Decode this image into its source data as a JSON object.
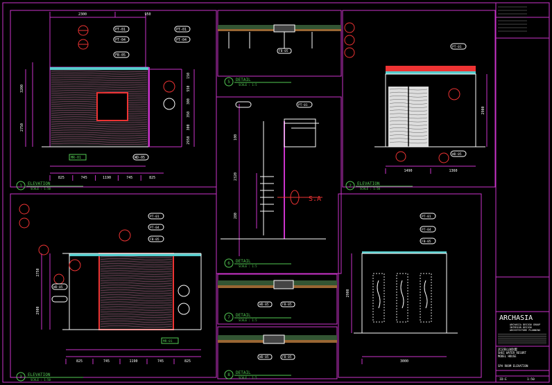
{
  "sheet_title": {
    "company": "ARCHASIA",
    "company_lines": [
      "ARCHASIA DESIGN GROUP",
      "INTERIOR DESIGN",
      "ARCHITECTURE PLANNING"
    ],
    "project": [
      "武汉翠山湖别墅",
      "SHUI WATER RESORT",
      "MODEL HOUSE"
    ],
    "drawing_title": "SPA ROOM ELEVATION",
    "sheet_no": "ID-E",
    "scale": "1:50"
  },
  "views": [
    {
      "num": "1",
      "title": "ELEVATION",
      "scale": "SCALE : 1:50"
    },
    {
      "num": "2",
      "title": "ELEVATION",
      "scale": "SCALE : 1:50"
    },
    {
      "num": "3",
      "title": "ELEVATION",
      "scale": "SCALE : 1:50"
    },
    {
      "num": "5",
      "title": "DETAIL",
      "scale": "SCALE : 1:5"
    },
    {
      "num": "6",
      "title": "DETAIL",
      "scale": "SCALE : 1:5"
    },
    {
      "num": "7",
      "title": "DETAIL",
      "scale": "SCALE : 1:5"
    },
    {
      "num": "8",
      "title": "DETAIL",
      "scale": "SCALE : 1:5"
    }
  ],
  "tags": {
    "pt01": "PT-01",
    "pt04": "PT-04",
    "fb05": "FB-05",
    "wd05": "WD-05",
    "mr01": "MR-01",
    "sa": "S.A"
  },
  "dims": {
    "e1_bottom": [
      "825",
      "745",
      "1190",
      "745",
      "825"
    ],
    "e1_left": [
      "3200",
      "2750"
    ],
    "e1_right": [
      "150",
      "550",
      "300",
      "350",
      "300",
      "2950"
    ],
    "e1_top": [
      "2300",
      "950"
    ],
    "e2_bottom": [
      "825",
      "745",
      "1190",
      "745",
      "825"
    ],
    "e2_left": [
      "2750",
      "2900"
    ],
    "e3_bottom": [
      "1490",
      "1360"
    ],
    "e3_right": [
      "2900"
    ],
    "e4_bottom": [
      "3000"
    ],
    "e4_left": [
      "2900"
    ],
    "detail6": [
      "100",
      "2320",
      "280"
    ]
  }
}
